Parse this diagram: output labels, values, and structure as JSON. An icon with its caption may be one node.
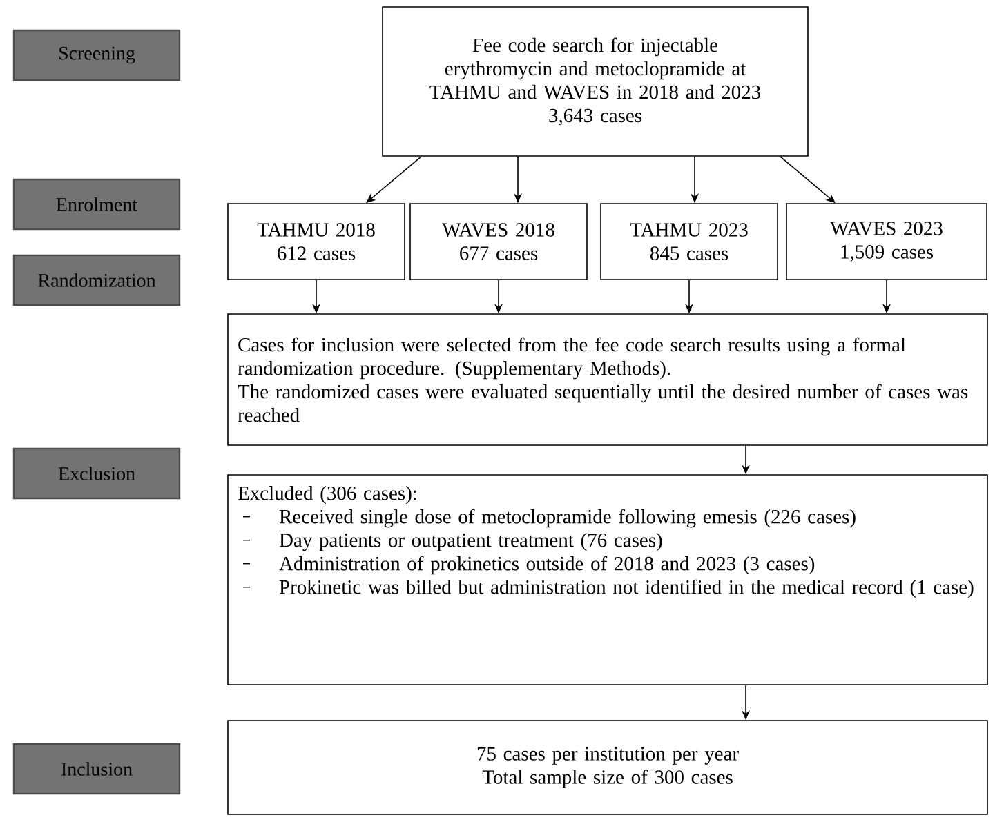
{
  "diagram": {
    "nodes": [
      {
        "text": [
          "Screening"
        ]
      },
      {
        "text": [
          "Enrolment"
        ]
      },
      {
        "text": [
          "Randomization"
        ]
      },
      {
        "text": [
          "Exclusion"
        ]
      },
      {
        "text": [
          "Inclusion"
        ]
      },
      {
        "text": [
          "Fee code search for injectable erythromycin and metoclopramide at TAHMU and WAVES in 2018 and 2023",
          "3,643 cases"
        ]
      },
      {
        "text": [
          "TAHMU 2018",
          "612 cases"
        ]
      },
      {
        "text": [
          "WAVES 2018",
          "677 cases"
        ]
      },
      {
        "text": [
          "TAHMU 2023",
          "845 cases"
        ]
      },
      {
        "text": [
          "WAVES 2023",
          "1,509 cases"
        ]
      },
      {
        "text": [
          "Cases for inclusion were selected from the fee code search results using a formal randomization procedure. (Supplementary Methods).",
          "The randomized cases were evaluated sequentially until the desired number of cases was reached"
        ]
      },
      {
        "text": [
          "Excluded (306 cases):",
          "Received single dose of metoclopramide following emesis (226 cases)",
          "Day patients or outpatient treatment (76 cases)",
          "Administration of prokinetics outside of 2018 and 2023 (3 cases)",
          "Prokinetic was billed but administration not identified in the medical record (1 case)"
        ]
      },
      {
        "text": [
          "75 cases per institution per year",
          "Total sample size of 300 cases"
        ]
      }
    ],
    "edges": [
      {
        "from": 5,
        "to": 6,
        "arrow": "to"
      },
      {
        "from": 5,
        "to": 7,
        "arrow": "to"
      },
      {
        "from": 5,
        "to": 8,
        "arrow": "to"
      },
      {
        "from": 5,
        "to": 9,
        "arrow": "to"
      },
      {
        "from": 6,
        "to": 10,
        "arrow": "to"
      },
      {
        "from": 7,
        "to": 10,
        "arrow": "to"
      },
      {
        "from": 8,
        "to": 10,
        "arrow": "to"
      },
      {
        "from": 9,
        "to": 10,
        "arrow": "to"
      },
      {
        "from": 10,
        "to": 11,
        "arrow": "to"
      },
      {
        "from": 11,
        "to": 12,
        "arrow": "to"
      }
    ]
  }
}
